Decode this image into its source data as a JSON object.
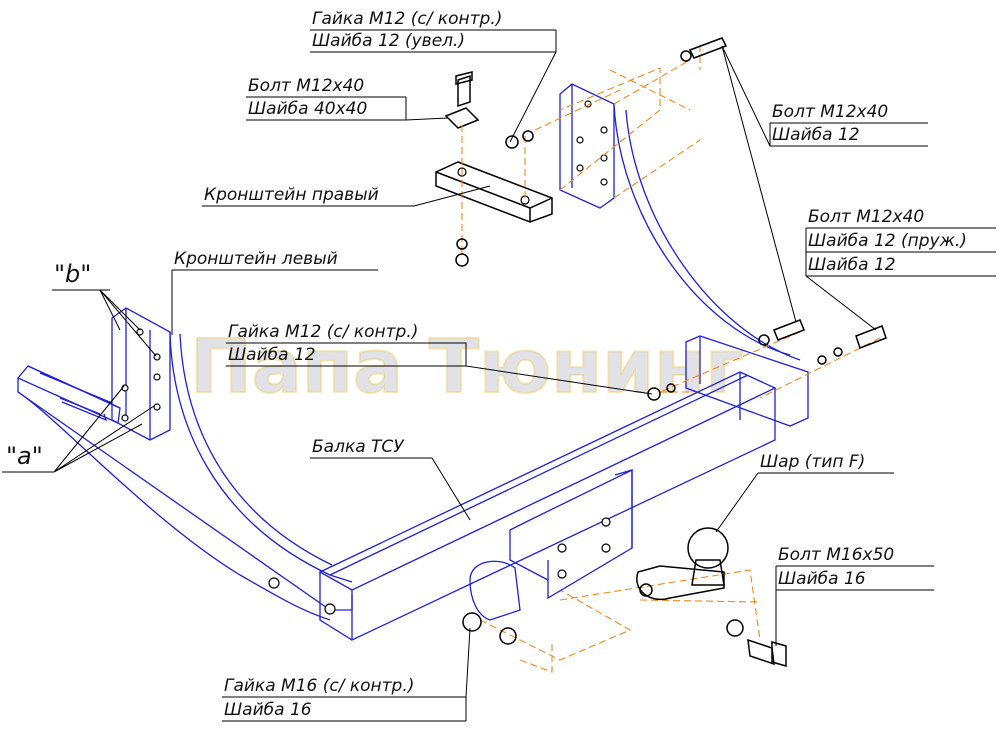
{
  "watermark": "Папа Тюнинг",
  "labels": {
    "nut_m12_top_1": "Гайка М12 (с/ контр.)",
    "nut_m12_top_2": "Шайба 12 (увел.)",
    "bolt_left_1": "Болт М12х40",
    "bolt_left_2": "Шайба 40х40",
    "bracket_right": "Кронштейн правый",
    "bracket_left": "Кронштейн левый",
    "bolt_right_top_1": "Болт М12х40",
    "bolt_right_top_2": "Шайба 12",
    "bolt_right_mid_1": "Болт М12х40",
    "bolt_right_mid_2": "Шайба 12 (пруж.)",
    "bolt_right_mid_3": "Шайба 12",
    "nut_m12_mid_1": "Гайка М12 (с/ контр.)",
    "nut_m12_mid_2": "Шайба 12",
    "beam": "Балка ТСУ",
    "ball": "Шар (тип F)",
    "bolt_m16_1": "Болт М16х50",
    "bolt_m16_2": "Шайба 16",
    "nut_m16_1": "Гайка М16 (с/ контр.)",
    "nut_m16_2": "Шайба 16",
    "point_b": "\"b\"",
    "point_a": "\"a\""
  },
  "colors": {
    "part_outline": "#2020d8",
    "assembly_axis": "#f08a1f",
    "leader": "#000000"
  }
}
